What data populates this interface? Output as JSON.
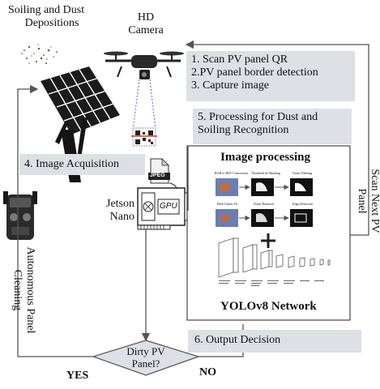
{
  "soiling_label": [
    "Soiling and Dust",
    "Depositions"
  ],
  "camera_label": [
    "HD",
    "Camera"
  ],
  "steps_1_3": [
    "1. Scan PV panel QR",
    "2.PV panel border detection",
    "3. Capture image"
  ],
  "step_4": "4. Image Acquisition",
  "step_5": [
    "5. Processing for Dust and",
    "Soiling Recognition"
  ],
  "step_6": "6. Output Decision",
  "image_processing_title": "Image processing",
  "network_title": "YOLOv8 Network",
  "jetson_label": [
    "Jetson",
    "Nano"
  ],
  "jpeg_label": "JPEG",
  "gpu_label": "GPU",
  "decision_label": [
    "Dirty PV",
    "Panel?"
  ],
  "yes_label": "YES",
  "no_label": "NO",
  "scan_next_label": [
    "Scan Next PV",
    "Panel"
  ],
  "cleaning_label": [
    "Autonomous Panel",
    "Cleaning"
  ],
  "processing_steps": [
    "RGB to HSV Conversion",
    "Threshold de Masking",
    "Noise Filtering",
    "Blob Center Fit",
    "Noise Removal",
    "Edge Detection"
  ],
  "colors": {
    "gray_panel": "#dde0e5",
    "arrow": "#555555",
    "panel_dark": "#1b1b1b",
    "board_green": "#cfd8c8"
  }
}
